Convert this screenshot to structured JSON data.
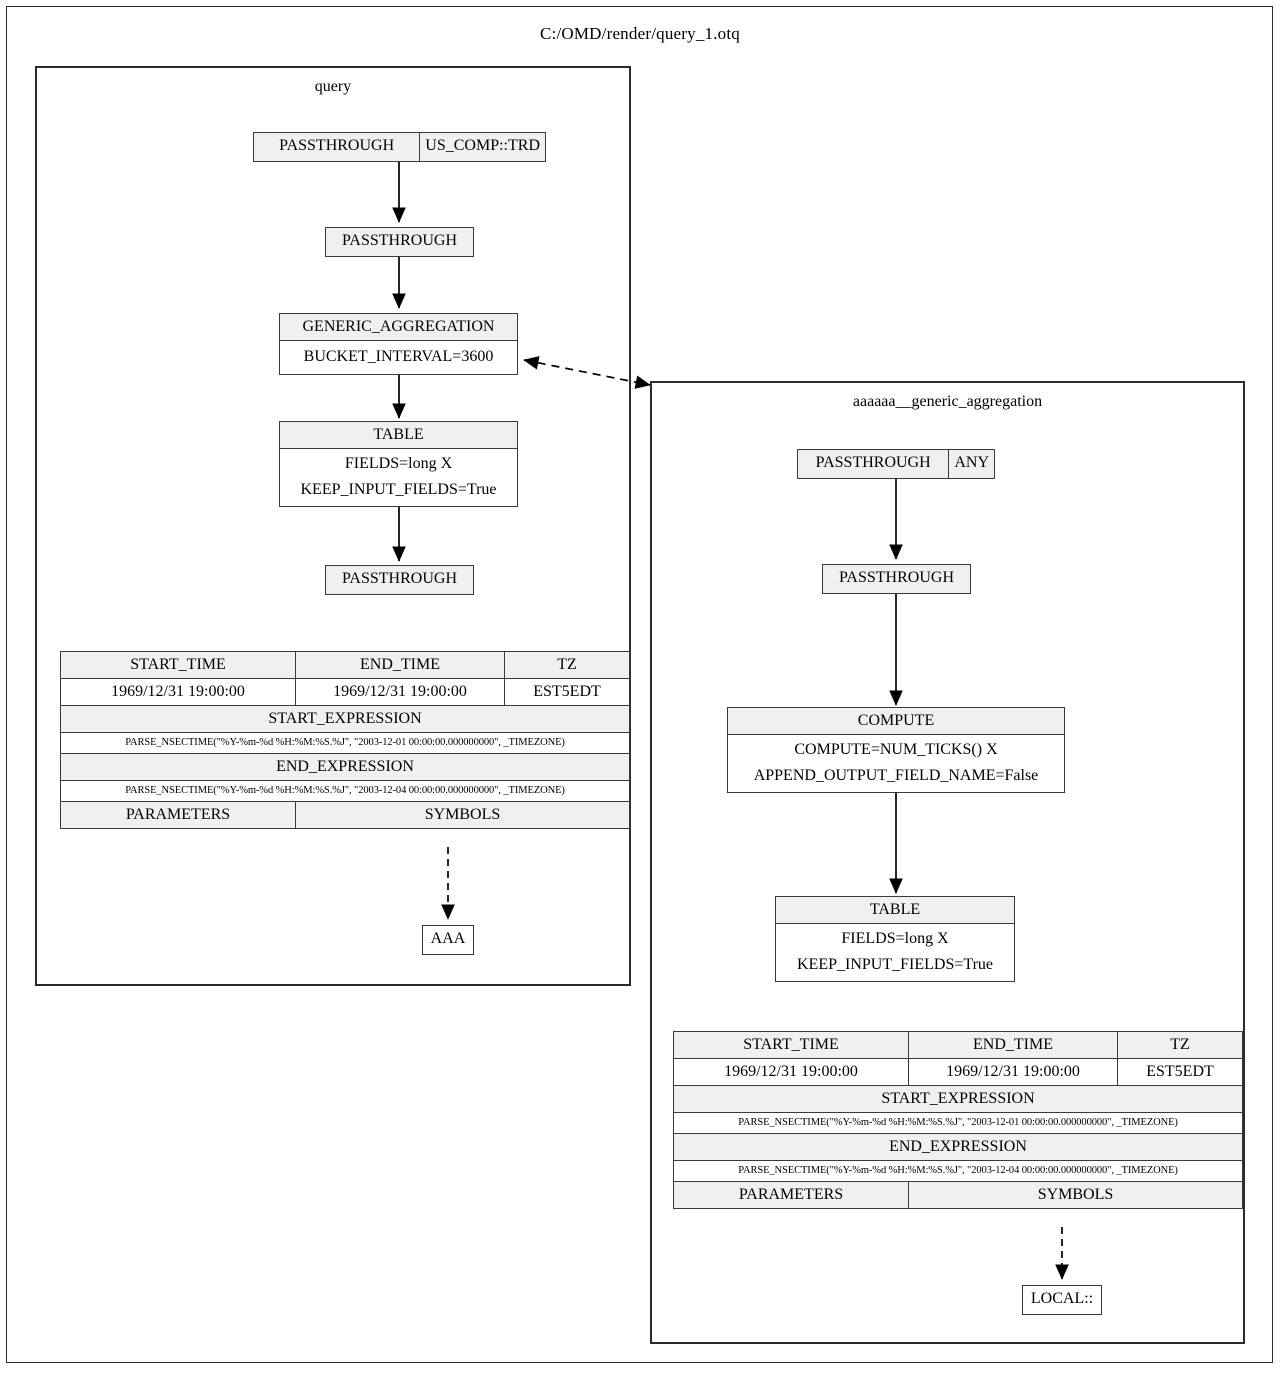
{
  "title": "C:/OMD/render/query_1.otq",
  "clusters": [
    {
      "id": "query",
      "label": "query"
    },
    {
      "id": "generic_aggregation",
      "label": "aaaaaa__generic_aggregation"
    }
  ],
  "query_cluster": {
    "source_node": {
      "op": "PASSTHROUGH",
      "symbol": "US_COMP::TRD"
    },
    "passthrough_1": "PASSTHROUGH",
    "generic_aggregation": {
      "header": "GENERIC_AGGREGATION",
      "params": [
        "BUCKET_INTERVAL=3600"
      ]
    },
    "table": {
      "header": "TABLE",
      "params": [
        "FIELDS=long X",
        "KEEP_INPUT_FIELDS=True"
      ]
    },
    "passthrough_2": "PASSTHROUGH",
    "info_table": {
      "headers": [
        "START_TIME",
        "END_TIME",
        "TZ"
      ],
      "values": [
        "1969/12/31 19:00:00",
        "1969/12/31 19:00:00",
        "EST5EDT"
      ],
      "start_expression_label": "START_EXPRESSION",
      "start_expression": "PARSE_NSECTIME(\"%Y-%m-%d %H:%M:%S.%J\", \"2003-12-01 00:00:00.000000000\", _TIMEZONE)",
      "end_expression_label": "END_EXPRESSION",
      "end_expression": "PARSE_NSECTIME(\"%Y-%m-%d %H:%M:%S.%J\", \"2003-12-04 00:00:00.000000000\", _TIMEZONE)",
      "parameters_label": "PARAMETERS",
      "symbols_label": "SYMBOLS"
    },
    "symbol_terminal": "AAA"
  },
  "aggregation_cluster": {
    "source_node": {
      "op": "PASSTHROUGH",
      "symbol": "ANY"
    },
    "passthrough_1": "PASSTHROUGH",
    "compute": {
      "header": "COMPUTE",
      "params": [
        "COMPUTE=NUM_TICKS() X",
        "APPEND_OUTPUT_FIELD_NAME=False"
      ]
    },
    "table": {
      "header": "TABLE",
      "params": [
        "FIELDS=long X",
        "KEEP_INPUT_FIELDS=True"
      ]
    },
    "info_table": {
      "headers": [
        "START_TIME",
        "END_TIME",
        "TZ"
      ],
      "values": [
        "1969/12/31 19:00:00",
        "1969/12/31 19:00:00",
        "EST5EDT"
      ],
      "start_expression_label": "START_EXPRESSION",
      "start_expression": "PARSE_NSECTIME(\"%Y-%m-%d %H:%M:%S.%J\", \"2003-12-01 00:00:00.000000000\", _TIMEZONE)",
      "end_expression_label": "END_EXPRESSION",
      "end_expression": "PARSE_NSECTIME(\"%Y-%m-%d %H:%M:%S.%J\", \"2003-12-04 00:00:00.000000000\", _TIMEZONE)",
      "parameters_label": "PARAMETERS",
      "symbols_label": "SYMBOLS"
    },
    "symbol_terminal": "LOCAL::"
  },
  "colors": {
    "node_header_fill": "#f0f0f0",
    "node_body_fill": "#ffffff",
    "stroke": "#3a3a3a",
    "border": "#2b2b2b",
    "background": "#ffffff"
  }
}
